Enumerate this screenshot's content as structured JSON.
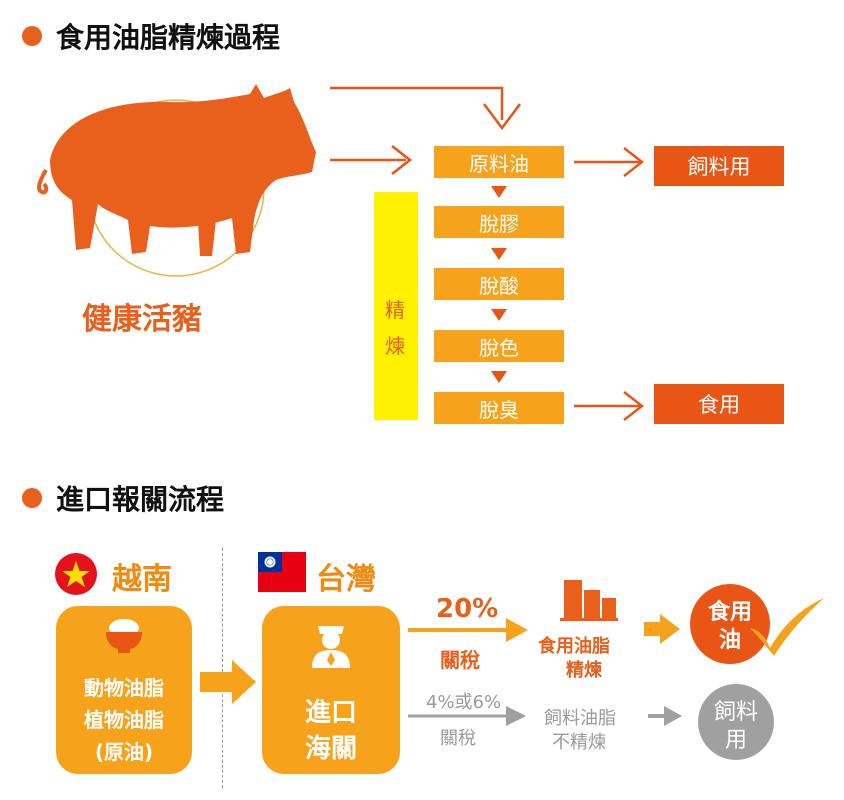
{
  "section1": {
    "title": "食用油脂精煉過程",
    "pig_label": "健康活豬",
    "refining_label_1": "精",
    "refining_label_2": "煉",
    "steps": [
      "原料油",
      "脫膠",
      "脫酸",
      "脫色",
      "脫臭"
    ],
    "feed_use": "飼料用",
    "food_use": "食用"
  },
  "section2": {
    "title": "進口報關流程",
    "vietnam": "越南",
    "taiwan": "台灣",
    "source_line1": "動物油脂",
    "source_line2": "植物油脂",
    "source_line3": "(原油)",
    "customs_line1": "進口",
    "customs_line2": "海關",
    "tariff_high": "20%",
    "tariff_high_label": "關稅",
    "refined_line1": "食用油脂",
    "refined_line2": "精煉",
    "edible_line1": "食用",
    "edible_line2": "油",
    "tariff_low": "4%或6%",
    "tariff_low_label": "關稅",
    "unrefined_line1": "飼料油脂",
    "unrefined_line2": "不精煉",
    "feed_line1": "飼料",
    "feed_line2": "用"
  },
  "colors": {
    "orange": "#f7a21b",
    "red_orange": "#e85515",
    "yellow": "#fff200",
    "gray": "#a0a0a0"
  }
}
